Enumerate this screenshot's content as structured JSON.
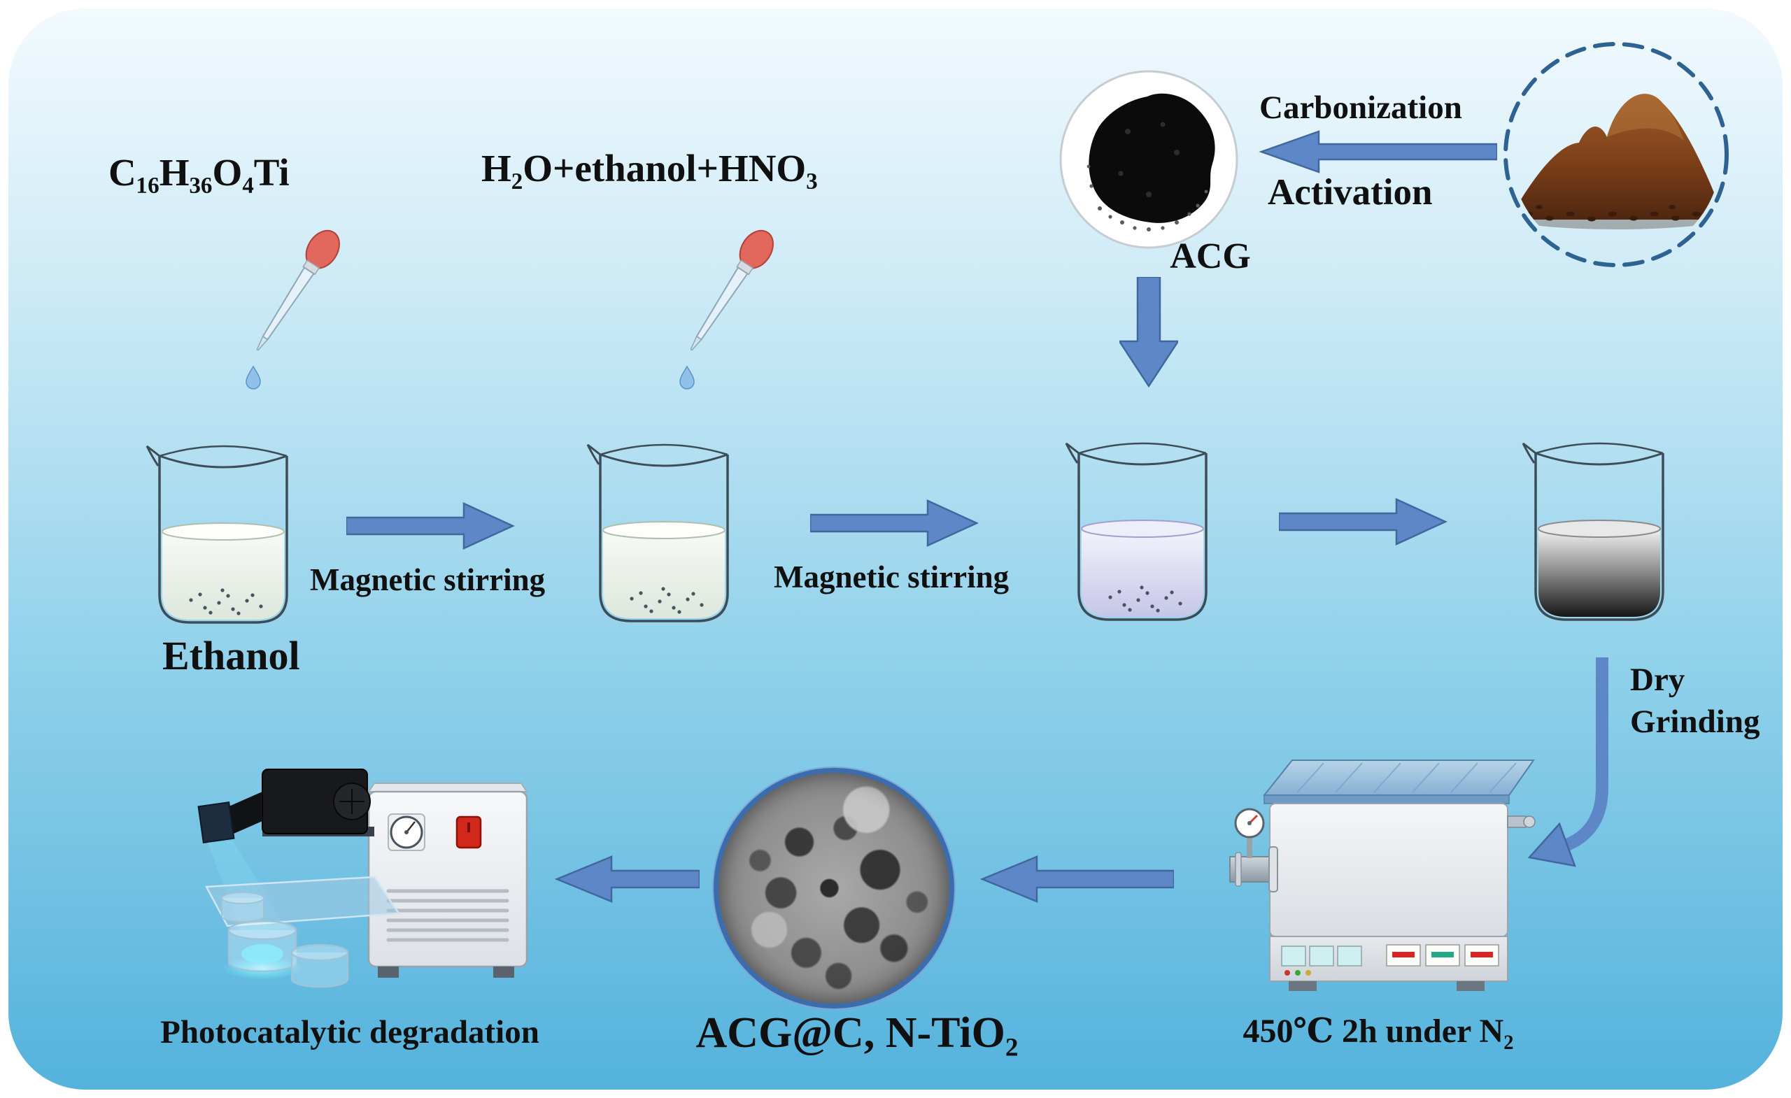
{
  "colors": {
    "bg_top": "#f2fafe",
    "bg_upper": "#cdeaf6",
    "bg_lower": "#8ed0ea",
    "bg_bottom": "#54b2dc",
    "arrow": "#5d87c6",
    "arrow_dark": "#41689e",
    "text": "#101010",
    "dashed_circle": "#2e6391",
    "sem_ring": "#3b6cae"
  },
  "reagents": {
    "titanium_precursor": "C₁₆H₃₆O₄Ti",
    "acid_mixture": "H₂O+ethanol+HNO₃",
    "solvent": "Ethanol"
  },
  "acg": {
    "label": "ACG",
    "carbonization": "Carbonization",
    "activation": "Activation"
  },
  "steps": {
    "stir1": "Magnetic stirring",
    "stir2": "Magnetic stirring",
    "dry_line1": "Dry",
    "dry_line2": "Grinding",
    "furnace": "450℃ 2h under N₂",
    "product": "ACG@C, N-TiO₂",
    "application": "Photocatalytic degradation"
  }
}
